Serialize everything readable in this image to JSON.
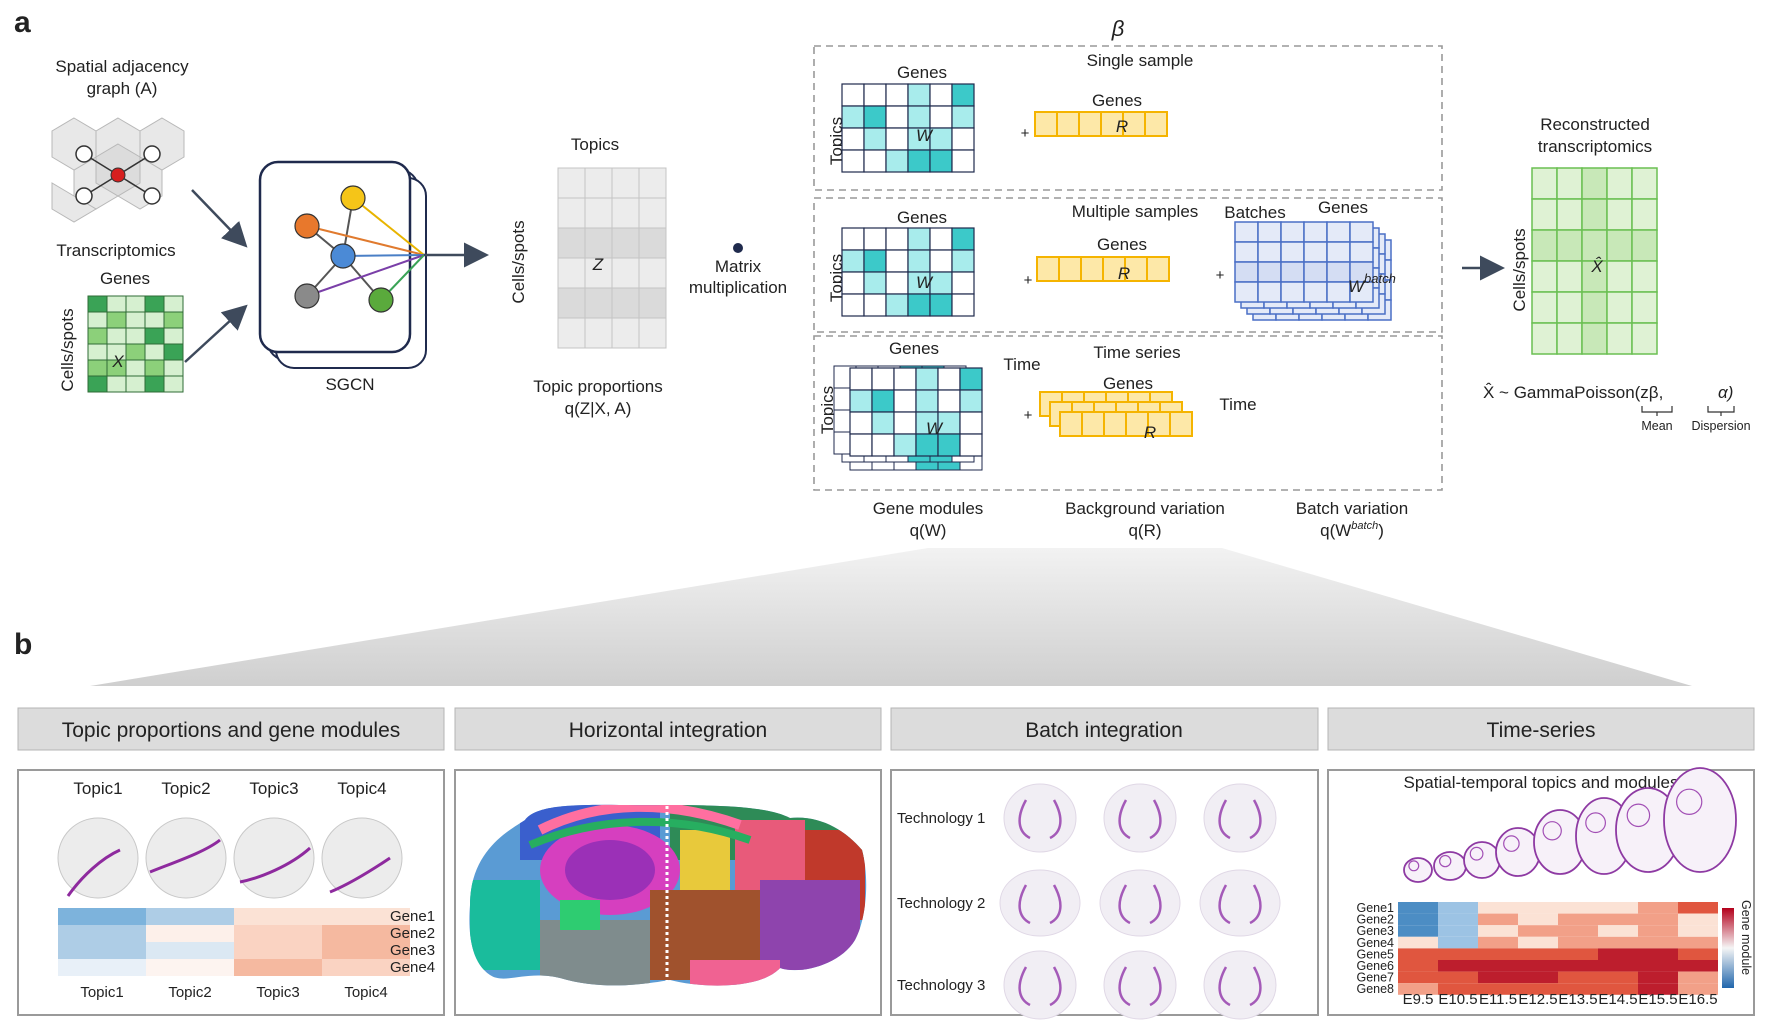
{
  "panel_a": {
    "letter": "a",
    "graph_title": [
      "Spatial adjacency",
      "graph (A)"
    ],
    "transcriptomics": "Transcriptomics",
    "x_genes": "Genes",
    "x_cells": "Cells/spots",
    "x_symbol": "X",
    "sgcn": "SGCN",
    "topics": "Topics",
    "z_cells": "Cells/spots",
    "z_symbol": "Z",
    "topic_prop": [
      "Topic proportions",
      "q(Z|X, A)"
    ],
    "matmul": [
      "Matrix",
      "multiplication"
    ],
    "beta": "β",
    "single_sample": "Single sample",
    "multiple_samples": "Multiple samples",
    "batches": "Batches",
    "time_series": "Time series",
    "genes": "Genes",
    "topics_label": "Topics",
    "time": "Time",
    "w_symbol": "W",
    "r_symbol": "R",
    "wbatch_base": "W",
    "wbatch_sup": "batch",
    "plus": "+",
    "gene_modules": [
      "Gene modules",
      "q(W)"
    ],
    "background_variation": [
      "Background variation",
      "q(R)"
    ],
    "batch_variation": [
      "Batch variation",
      "q(W",
      "batch",
      ")"
    ],
    "reconstructed": [
      "Reconstructed",
      "transcriptomics"
    ],
    "recon_cells": "Cells/spots",
    "xhat": "X̂",
    "formula_main": "X̂ ~ GammaPoisson(zβ,",
    "formula_alpha": "α)",
    "mean": "Mean",
    "dispersion": "Dispersion"
  },
  "panel_b": {
    "letter": "b",
    "headers": [
      "Topic proportions and gene modules",
      "Horizontal integration",
      "Batch integration",
      "Time-series"
    ],
    "topic_names": [
      "Topic1",
      "Topic2",
      "Topic3",
      "Topic4"
    ],
    "gene_names": [
      "Gene1",
      "Gene2",
      "Gene3",
      "Gene4"
    ],
    "technologies": [
      "Technology 1",
      "Technology 2",
      "Technology 3"
    ],
    "time_title": "Spatial-temporal topics and modules",
    "time_genes": [
      "Gene1",
      "Gene2",
      "Gene3",
      "Gene4",
      "Gene5",
      "Gene6",
      "Gene7",
      "Gene8"
    ],
    "time_points": [
      "E9.5",
      "E10.5",
      "E11.5",
      "E12.5",
      "E13.5",
      "E14.5",
      "E15.5",
      "E16.5"
    ],
    "colorbar_label": "Gene module"
  },
  "colors": {
    "teal": "#3cc9c9",
    "teal_light": "#a8ecec",
    "green": "#3aa356",
    "yellow": "#f5c518",
    "blue": "#4a6fc6",
    "gray": "#bdbdbd"
  }
}
